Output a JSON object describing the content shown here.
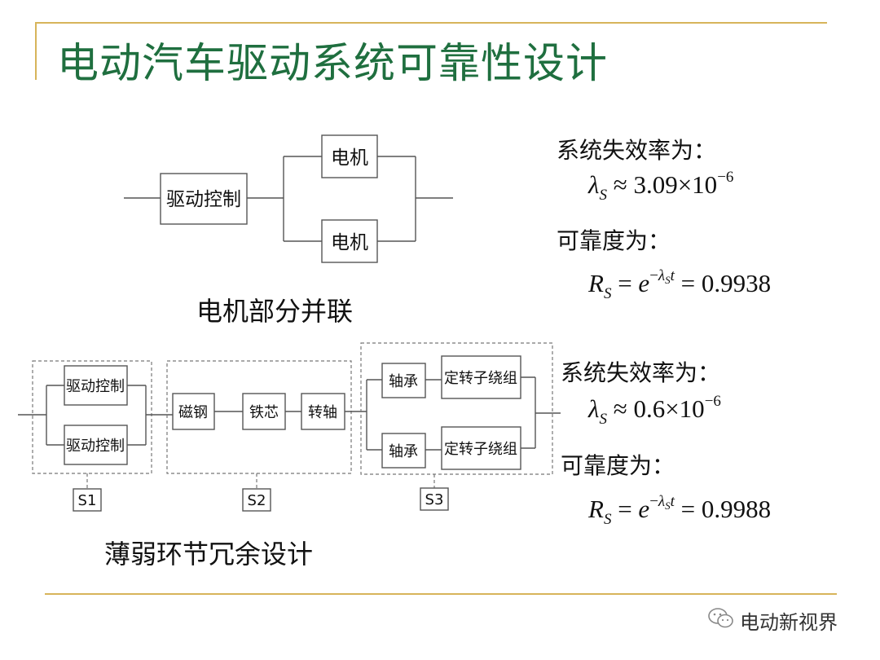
{
  "title": "电动汽车驱动系统可靠性设计",
  "diagram1": {
    "drive_control": "驱动控制",
    "motor_top": "电机",
    "motor_bottom": "电机",
    "caption": "电机部分并联"
  },
  "diagram2": {
    "drive_control_1": "驱动控制",
    "drive_control_2": "驱动控制",
    "magnet_steel": "磁钢",
    "iron_core": "铁芯",
    "shaft": "转轴",
    "bearing_1": "轴承",
    "bearing_2": "轴承",
    "winding_1": "定转子绕组",
    "winding_2": "定转子绕组",
    "s1": "S1",
    "s2": "S2",
    "s3": "S3",
    "caption": "薄弱环节冗余设计"
  },
  "panel1": {
    "failure_rate_label": "系统失效率为：",
    "failure_rate_value": "3.09×10",
    "failure_rate_exp": "−6",
    "reliability_label": "可靠度为：",
    "reliability_value": "0.9938"
  },
  "panel2": {
    "failure_rate_label": "系统失效率为：",
    "failure_rate_value": "0.6×10",
    "failure_rate_exp": "−6",
    "reliability_label": "可靠度为：",
    "reliability_value": "0.9988"
  },
  "watermark": {
    "text": "电动新视界",
    "icon": "wechat-icon"
  },
  "colors": {
    "title": "#1f6f3f",
    "accent_line": "#d7b45a"
  }
}
